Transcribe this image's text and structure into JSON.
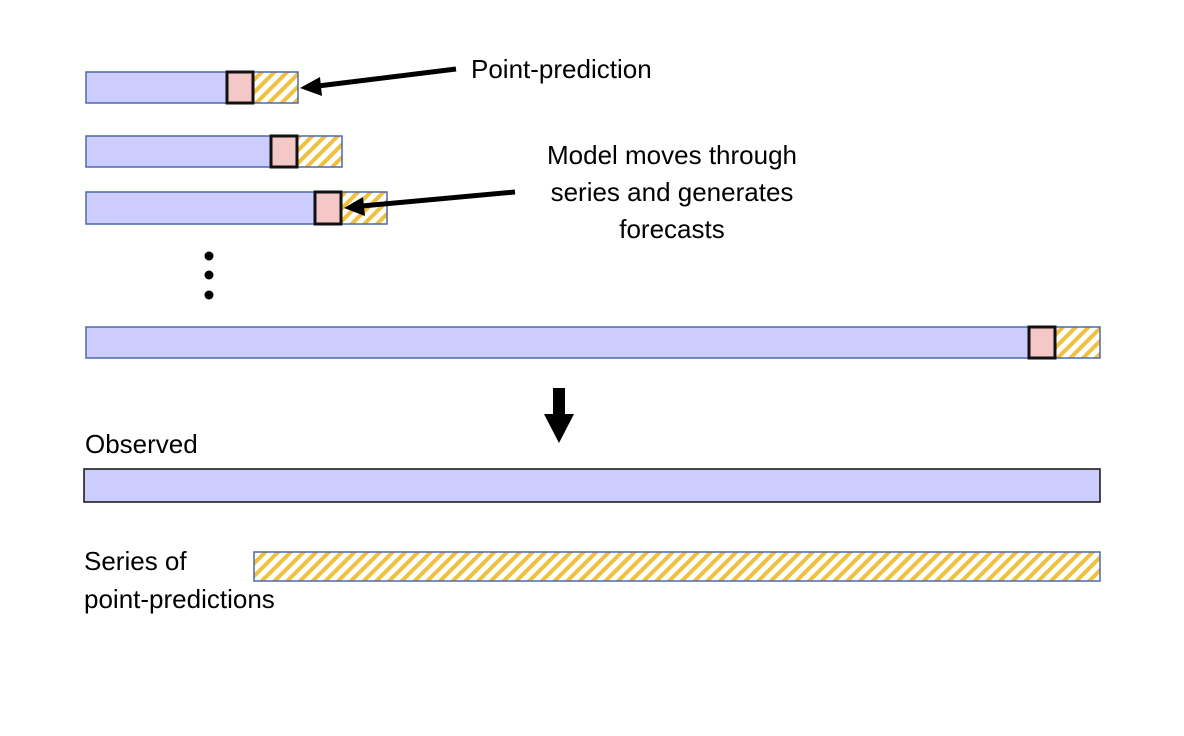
{
  "labels": {
    "point_prediction": "Point-prediction",
    "model_moves_line1": "Model moves through",
    "model_moves_line2": "series and generates",
    "model_moves_line3": "forecasts",
    "observed": "Observed",
    "series_of_line1": "Series of",
    "series_of_line2": "point-predictions"
  },
  "colors": {
    "observed_fill": "#ccccff",
    "prediction_box_fill": "#f5c8c8",
    "hatch_stripe": "#f0c040",
    "outline": "#4a6aa8",
    "arrow": "#000000"
  },
  "icons": {
    "ellipsis": "vertical-dots-icon",
    "down_arrow": "down-arrow-icon"
  }
}
